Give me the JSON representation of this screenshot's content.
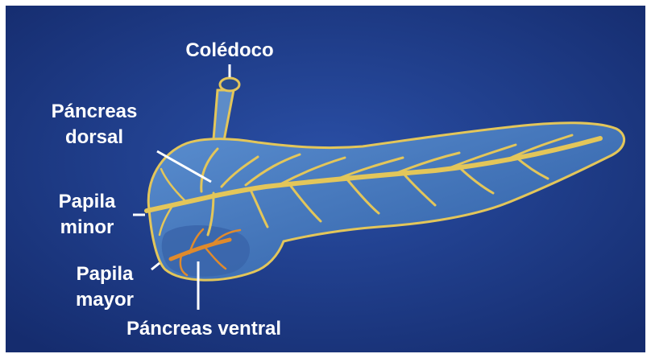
{
  "labels": {
    "choledochus": "Colédoco",
    "dorsal_line1": "Páncreas",
    "dorsal_line2": "dorsal",
    "minor_line1": "Papila",
    "minor_line2": "minor",
    "major_line1": "Papila",
    "major_line2": "mayor",
    "ventral": "Páncreas ventral"
  },
  "colors": {
    "background": "#1c3a8a",
    "pancreas_fill": "#4a7fc4",
    "duct_color": "#e3c65a",
    "ventral_duct_color": "#e08a2c",
    "label_color": "#ffffff"
  }
}
